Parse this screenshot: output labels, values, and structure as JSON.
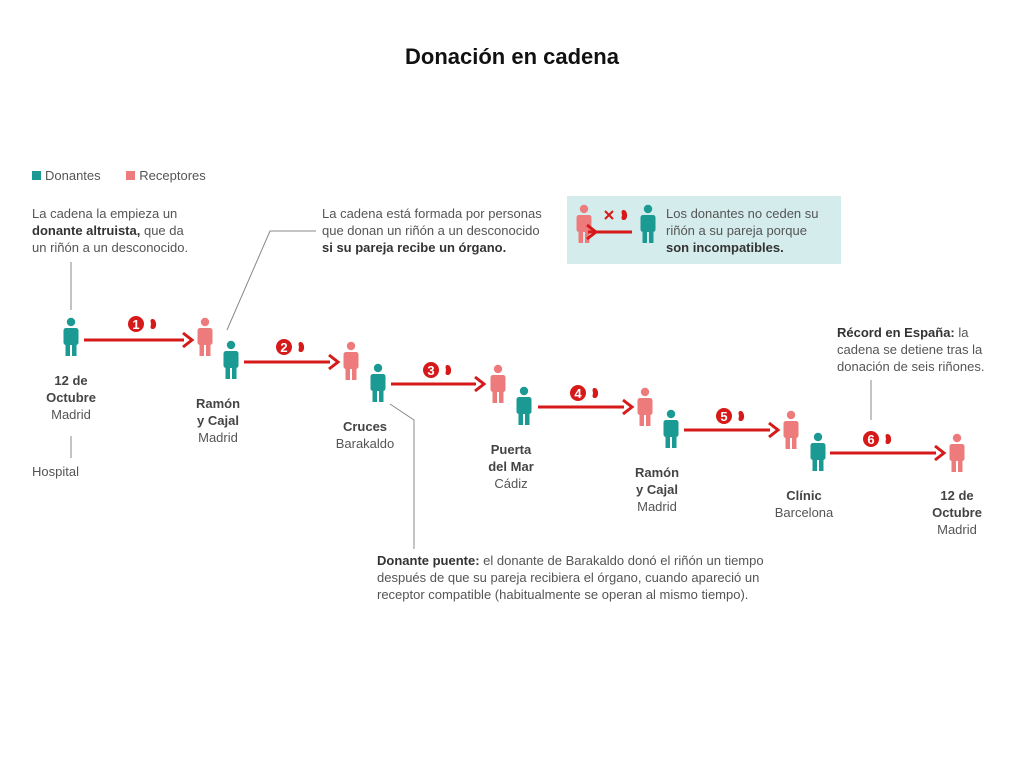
{
  "title": "Donación en cadena",
  "colors": {
    "donor": "#1a9a92",
    "receptor": "#ee7b7b",
    "arrow": "#d61a1a",
    "line": "#888888",
    "box": "#d5ecec"
  },
  "legend": {
    "donantes": "Donantes",
    "receptores": "Receptores"
  },
  "notes": {
    "start_1": "La cadena la empieza un",
    "start_2_bold": "donante altruista,",
    "start_2_rest": " que da",
    "start_3": "un riñón a un desconocido.",
    "chain_1": "La cadena está formada por personas",
    "chain_2": "que donan un riñón a un desconocido",
    "chain_3_bold": "si su pareja recibe un órgano.",
    "inc_1": "Los donantes no ceden su",
    "inc_2": "riñón a su pareja porque",
    "inc_3_bold": "son incompatibles.",
    "record_bold": "Récord en España:",
    "record_1_rest": " la",
    "record_2": "cadena se detiene tras la",
    "record_3": "donación de seis riñones.",
    "bridge_bold": "Donante puente:",
    "bridge_1_rest": " el donante de Barakaldo donó el riñón un tiempo",
    "bridge_2": "después de que su pareja recibiera el órgano, cuando apareció un",
    "bridge_3": "receptor compatible (habitualmente se operan al mismo tiempo)."
  },
  "hospital_label": "Hospital",
  "hospitals": [
    {
      "name_1": "12 de",
      "name_2": "Octubre",
      "city": "Madrid"
    },
    {
      "name_1": "Ramón",
      "name_2": "y Cajal",
      "city": "Madrid"
    },
    {
      "name_1": "Cruces",
      "name_2": "",
      "city": "Barakaldo"
    },
    {
      "name_1": "Puerta",
      "name_2": "del Mar",
      "city": "Cádiz"
    },
    {
      "name_1": "Ramón",
      "name_2": "y Cajal",
      "city": "Madrid"
    },
    {
      "name_1": "Clínic",
      "name_2": "",
      "city": "Barcelona"
    },
    {
      "name_1": "12 de",
      "name_2": "Octubre",
      "city": "Madrid"
    }
  ],
  "steps": [
    "1",
    "2",
    "3",
    "4",
    "5",
    "6"
  ]
}
